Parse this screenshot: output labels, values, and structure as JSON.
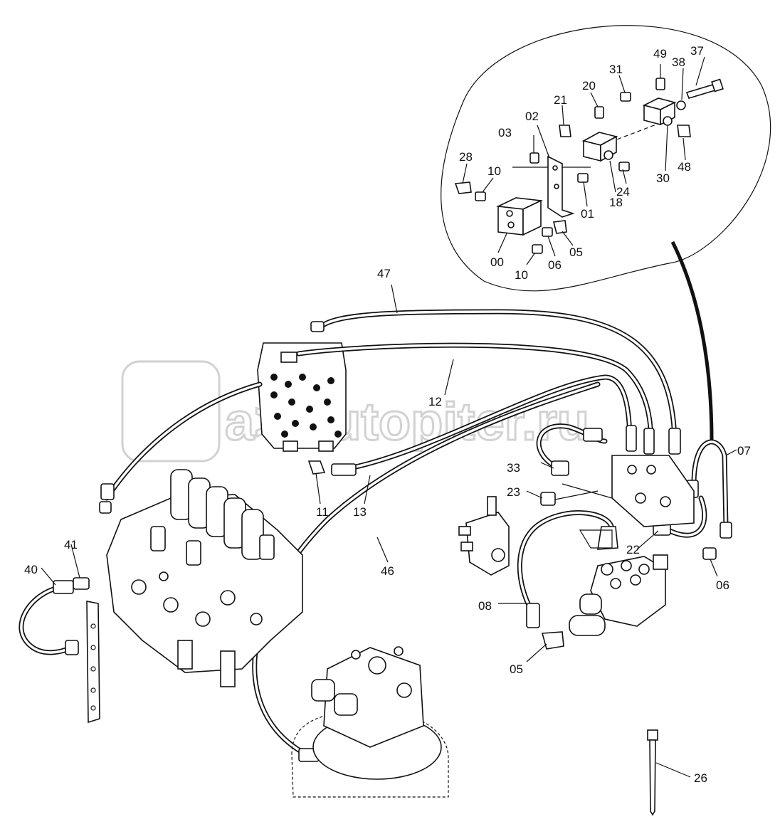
{
  "watermark": {
    "text": "a> autopiter.ru"
  },
  "callouts": [
    {
      "id": "c49",
      "text": "49"
    },
    {
      "id": "c37",
      "text": "37"
    },
    {
      "id": "c38",
      "text": "38"
    },
    {
      "id": "c31",
      "text": "31"
    },
    {
      "id": "c20",
      "text": "20"
    },
    {
      "id": "c21",
      "text": "21"
    },
    {
      "id": "c02",
      "text": "02"
    },
    {
      "id": "c03",
      "text": "03"
    },
    {
      "id": "c28",
      "text": "28"
    },
    {
      "id": "c10a",
      "text": "10"
    },
    {
      "id": "c24",
      "text": "24"
    },
    {
      "id": "c30",
      "text": "30"
    },
    {
      "id": "c48",
      "text": "48"
    },
    {
      "id": "c18",
      "text": "18"
    },
    {
      "id": "c01",
      "text": "01"
    },
    {
      "id": "c05a",
      "text": "05"
    },
    {
      "id": "c06a",
      "text": "06"
    },
    {
      "id": "c00",
      "text": "00"
    },
    {
      "id": "c10b",
      "text": "10"
    },
    {
      "id": "c47",
      "text": "47"
    },
    {
      "id": "c12",
      "text": "12"
    },
    {
      "id": "c07",
      "text": "07"
    },
    {
      "id": "c33",
      "text": "33"
    },
    {
      "id": "c23",
      "text": "23"
    },
    {
      "id": "c11",
      "text": "11"
    },
    {
      "id": "c13",
      "text": "13"
    },
    {
      "id": "c22",
      "text": "22"
    },
    {
      "id": "c41",
      "text": "41"
    },
    {
      "id": "c40",
      "text": "40"
    },
    {
      "id": "c46",
      "text": "46"
    },
    {
      "id": "c06b",
      "text": "06"
    },
    {
      "id": "c08",
      "text": "08"
    },
    {
      "id": "c05b",
      "text": "05"
    },
    {
      "id": "c26",
      "text": "26"
    }
  ]
}
